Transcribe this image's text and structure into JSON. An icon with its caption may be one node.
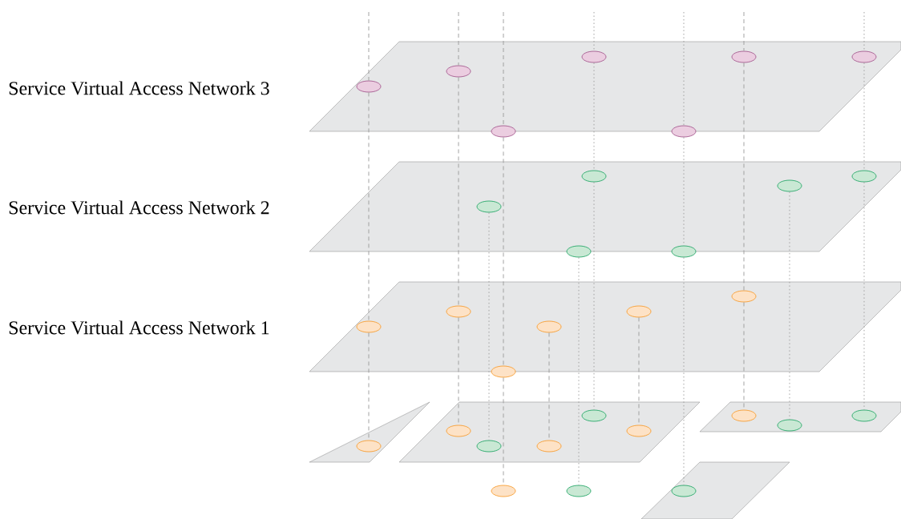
{
  "diagram": {
    "nodes": [
      {
        "text": [
          "Service Virtual Access Network 3"
        ]
      },
      {
        "text": [],
        "shape": "ellipse",
        "in": 0
      },
      {
        "text": [],
        "shape": "ellipse",
        "in": 0
      },
      {
        "text": [],
        "shape": "ellipse",
        "in": 0
      },
      {
        "text": [],
        "shape": "ellipse",
        "in": 0
      },
      {
        "text": [],
        "shape": "ellipse",
        "in": 0
      },
      {
        "text": [],
        "shape": "ellipse",
        "in": 0
      },
      {
        "text": [],
        "shape": "ellipse",
        "in": 0
      },
      {
        "text": [
          "Service Virtual Access Network 2"
        ]
      },
      {
        "text": [],
        "shape": "ellipse",
        "in": 8
      },
      {
        "text": [],
        "shape": "ellipse",
        "in": 8
      },
      {
        "text": [],
        "shape": "ellipse",
        "in": 8
      },
      {
        "text": [],
        "shape": "ellipse",
        "in": 8
      },
      {
        "text": [],
        "shape": "ellipse",
        "in": 8
      },
      {
        "text": [],
        "shape": "ellipse",
        "in": 8
      },
      {
        "text": [
          "Service Virtual Access Network 1"
        ]
      },
      {
        "text": [],
        "shape": "ellipse",
        "in": 15
      },
      {
        "text": [],
        "shape": "ellipse",
        "in": 15
      },
      {
        "text": [],
        "shape": "ellipse",
        "in": 15
      },
      {
        "text": [],
        "shape": "ellipse",
        "in": 15
      },
      {
        "text": [],
        "shape": "ellipse",
        "in": 15
      },
      {
        "text": [],
        "shape": "ellipse",
        "in": 15
      },
      {
        "text": [],
        "shape": "parallelogram"
      },
      {
        "text": [],
        "shape": "ellipse",
        "in": 22
      },
      {
        "text": [],
        "shape": "parallelogram"
      },
      {
        "text": [],
        "shape": "ellipse",
        "in": 24
      },
      {
        "text": [],
        "shape": "ellipse",
        "in": 24
      },
      {
        "text": [],
        "shape": "ellipse",
        "in": 24
      },
      {
        "text": [],
        "shape": "ellipse",
        "in": 24
      },
      {
        "text": [],
        "shape": "ellipse",
        "in": 24
      },
      {
        "text": [],
        "shape": "parallelogram"
      },
      {
        "text": [],
        "shape": "ellipse",
        "in": 30
      },
      {
        "text": [],
        "shape": "ellipse",
        "in": 30
      },
      {
        "text": [],
        "shape": "ellipse",
        "in": 30
      },
      {
        "text": [],
        "shape": "ellipse"
      },
      {
        "text": [],
        "shape": "ellipse"
      },
      {
        "text": [],
        "shape": "parallelogram"
      },
      {
        "text": [],
        "shape": "ellipse",
        "in": 36
      }
    ],
    "edges": [
      {
        "from": null,
        "to": 1,
        "arrow": "none",
        "style": "dashed"
      },
      {
        "from": 1,
        "to": 16,
        "arrow": "none",
        "style": "dashed"
      },
      {
        "from": 16,
        "to": 23,
        "arrow": "none",
        "style": "dashed"
      },
      {
        "from": null,
        "to": 2,
        "arrow": "none",
        "style": "dashed"
      },
      {
        "from": 2,
        "to": 17,
        "arrow": "none",
        "style": "dashed"
      },
      {
        "from": 17,
        "to": 25,
        "arrow": "none",
        "style": "dashed"
      },
      {
        "from": null,
        "to": 3,
        "arrow": "none",
        "style": "dashed"
      },
      {
        "from": 3,
        "to": 18,
        "arrow": "none",
        "style": "dashed"
      },
      {
        "from": 18,
        "to": 34,
        "arrow": "none",
        "style": "dashed"
      },
      {
        "from": null,
        "to": 4,
        "arrow": "none"
      },
      {
        "from": 4,
        "to": 11,
        "arrow": "none"
      },
      {
        "from": 11,
        "to": 28,
        "arrow": "none"
      },
      {
        "from": null,
        "to": 5,
        "arrow": "none"
      },
      {
        "from": 5,
        "to": 12,
        "arrow": "none"
      },
      {
        "from": 12,
        "to": 37,
        "arrow": "none"
      },
      {
        "from": null,
        "to": 6,
        "arrow": "none",
        "style": "dashed"
      },
      {
        "from": 6,
        "to": 21,
        "arrow": "none",
        "style": "dashed"
      },
      {
        "from": 21,
        "to": 31,
        "arrow": "none",
        "style": "dashed"
      },
      {
        "from": null,
        "to": 7,
        "arrow": "none"
      },
      {
        "from": 7,
        "to": 14,
        "arrow": "none"
      },
      {
        "from": 14,
        "to": 33,
        "arrow": "none"
      },
      {
        "from": 9,
        "to": 26,
        "arrow": "none"
      },
      {
        "from": 10,
        "to": 35,
        "arrow": "none"
      },
      {
        "from": 13,
        "to": 32,
        "arrow": "none"
      },
      {
        "from": 19,
        "to": 27,
        "arrow": "none",
        "style": "dashed"
      },
      {
        "from": 20,
        "to": 29,
        "arrow": "none",
        "style": "dashed"
      }
    ]
  }
}
